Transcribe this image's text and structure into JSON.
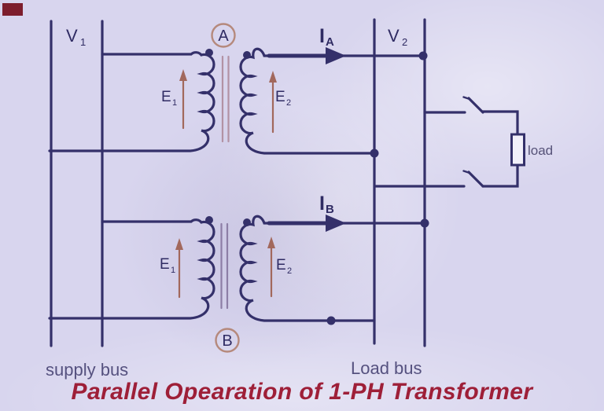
{
  "title": "Parallel Opearation of 1-PH Transformer",
  "buses": {
    "supply": {
      "label": "supply bus",
      "voltage_main": "V",
      "voltage_sub": "1"
    },
    "load": {
      "label": "Load bus",
      "voltage_main": "V",
      "voltage_sub": "2"
    }
  },
  "transformers": [
    {
      "name": "A",
      "emf_primary_main": "E",
      "emf_primary_sub": "1",
      "emf_secondary_main": "E",
      "emf_secondary_sub": "2",
      "current_main": "I",
      "current_sub": "A"
    },
    {
      "name": "B",
      "emf_primary_main": "E",
      "emf_primary_sub": "1",
      "emf_secondary_main": "E",
      "emf_secondary_sub": "2",
      "current_main": "I",
      "current_sub": "B"
    }
  ],
  "load": {
    "label": "load"
  },
  "colors": {
    "wire": "#34306a",
    "emf_arrow": "#a2685c",
    "transformer_badge": "#b5897c",
    "core_a": "#b292a4",
    "core_b": "#8d7ea6",
    "title_text": "#9e1f38",
    "corner_mark": "#7d1d2d",
    "background": "#d8d5ee"
  }
}
